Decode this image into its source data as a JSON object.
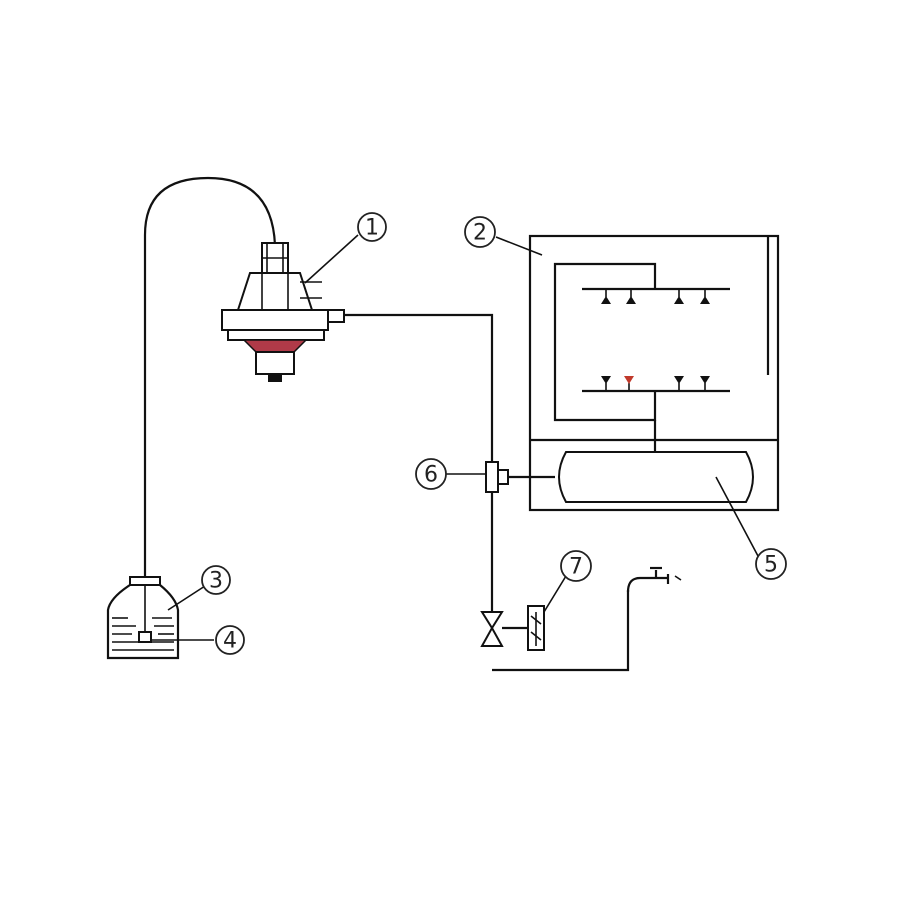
{
  "callouts": [
    {
      "id": "1",
      "label": "1"
    },
    {
      "id": "2",
      "label": "2"
    },
    {
      "id": "3",
      "label": "3"
    },
    {
      "id": "4",
      "label": "4"
    },
    {
      "id": "5",
      "label": "5"
    },
    {
      "id": "6",
      "label": "6"
    },
    {
      "id": "7",
      "label": "7"
    }
  ],
  "colors": {
    "line": "#111111",
    "accent_red": "#c0392b",
    "background": "#ffffff"
  }
}
